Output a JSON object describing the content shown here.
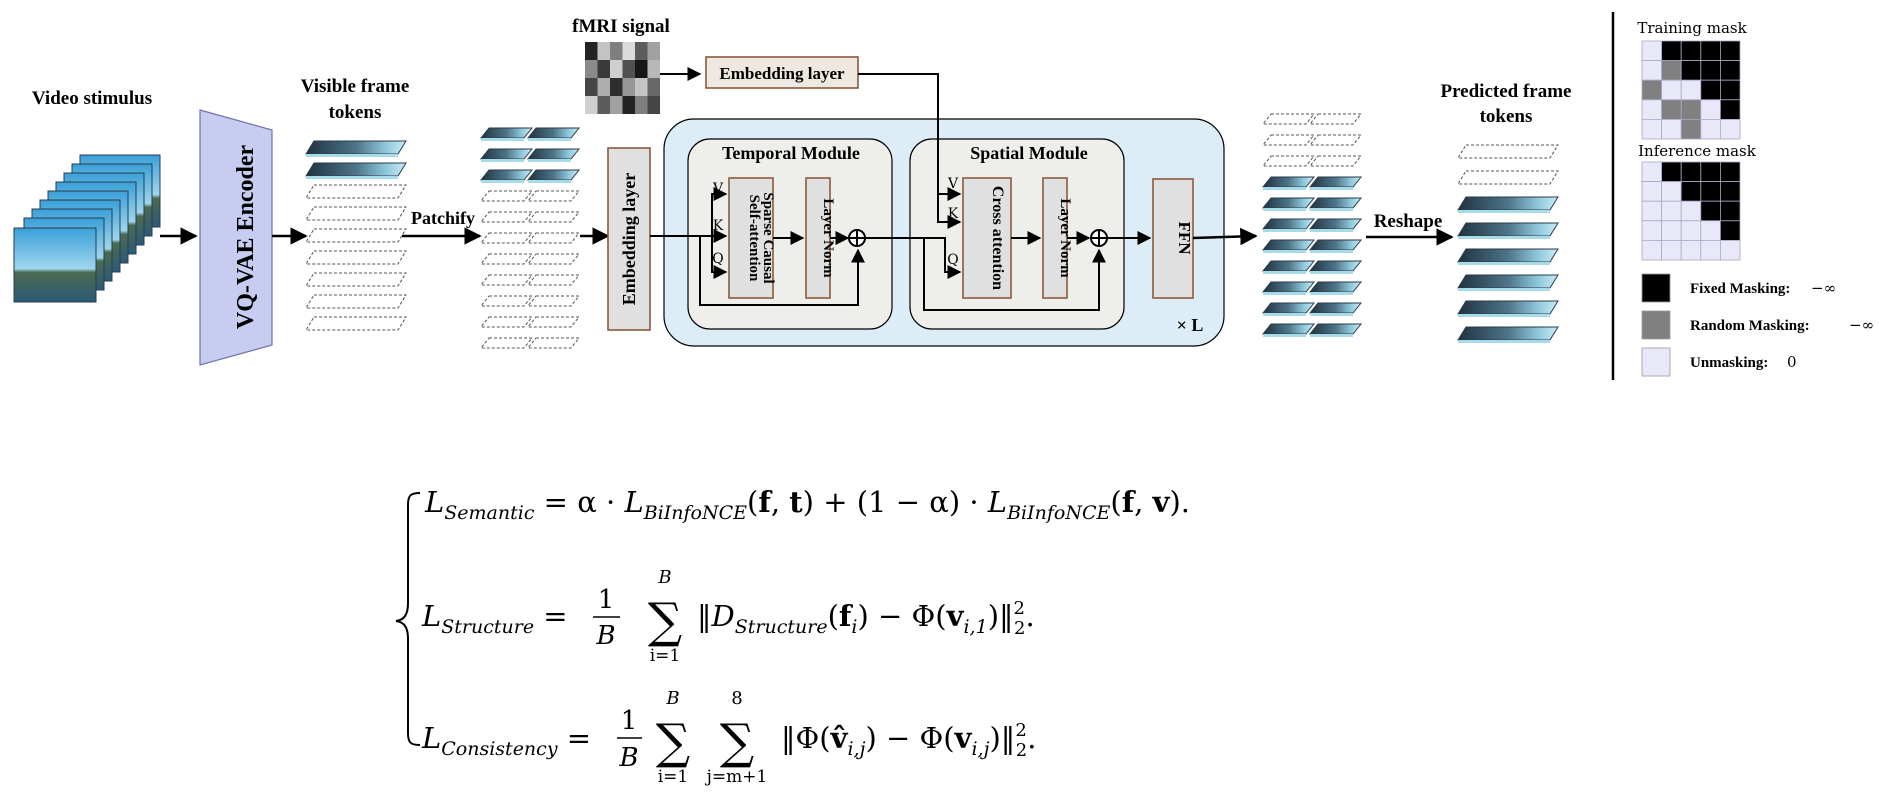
{
  "labels": {
    "video_stimulus": "Video stimulus",
    "vqvae_encoder": "VQ-VAE Encoder",
    "visible_frame_tokens_line1": "Visible frame",
    "visible_frame_tokens_line2": "tokens",
    "patchify": "Patchify",
    "fmri_signal": "fMRI signal",
    "embedding_layer_top": "Embedding layer",
    "embedding_layer_left": "Embedding layer",
    "temporal_module": "Temporal Module",
    "spatial_module": "Spatial Module",
    "sparse_causal_line1": "Sparse Causal",
    "sparse_causal_line2": "Self-attention",
    "layer_norm_1": "Layer Norm",
    "cross_attention": "Cross attention",
    "layer_norm_2": "Layer Norm",
    "ffn": "FFN",
    "times_l": "× L",
    "reshape": "Reshape",
    "predicted_frame_tokens_line1": "Predicted frame",
    "predicted_frame_tokens_line2": "tokens",
    "v_temporal": "V",
    "k_temporal": "K",
    "q_temporal": "Q",
    "v_spatial": "V",
    "k_spatial": "K",
    "q_spatial": "Q"
  },
  "masks": {
    "training_title": "Training mask",
    "inference_title": "Inference mask",
    "training_grid": [
      [
        "u",
        "k",
        "k",
        "k",
        "k"
      ],
      [
        "u",
        "g",
        "k",
        "k",
        "k"
      ],
      [
        "g",
        "u",
        "u",
        "k",
        "k"
      ],
      [
        "u",
        "g",
        "g",
        "u",
        "k"
      ],
      [
        "u",
        "u",
        "g",
        "u",
        "u"
      ]
    ],
    "inference_grid": [
      [
        "u",
        "k",
        "k",
        "k",
        "k"
      ],
      [
        "u",
        "u",
        "k",
        "k",
        "k"
      ],
      [
        "u",
        "u",
        "u",
        "k",
        "k"
      ],
      [
        "u",
        "u",
        "u",
        "u",
        "k"
      ],
      [
        "u",
        "u",
        "u",
        "u",
        "u"
      ]
    ]
  },
  "legend": [
    {
      "label": "Fixed Masking:",
      "value": "−∞",
      "color": "#000000"
    },
    {
      "label": "Random Masking:",
      "value": "−∞",
      "color": "#808080"
    },
    {
      "label": "Unmasking:",
      "value": "0",
      "color": "#e8e8f8"
    }
  ],
  "colors": {
    "encoder_fill": "#c8ccf0",
    "module_fill": "#eeeeea",
    "transformer_bg": "#dcedf8",
    "block_fill": "#e0e0e0",
    "block_border": "#8b5a3c",
    "unmask_cell": "#e8e8f8",
    "random_cell": "#808080",
    "fixed_cell": "#000000"
  },
  "fmri_grid": [
    [
      0.15,
      0.85,
      0.55,
      0.95,
      0.4,
      0.7
    ],
    [
      0.6,
      0.25,
      0.9,
      0.35,
      0.1,
      0.8
    ],
    [
      0.3,
      0.75,
      0.2,
      0.65,
      0.85,
      0.45
    ],
    [
      0.9,
      0.4,
      0.7,
      0.15,
      0.55,
      0.3
    ]
  ],
  "equations": {
    "semantic": {
      "lhs_main": "L",
      "lhs_sub": "Semantic",
      "rhs_part1": " = α · ",
      "l1_main": "L",
      "l1_sub": "BiInfoNCE",
      "arg1_open": "(",
      "arg1_f": "f",
      "arg1_comma": ", ",
      "arg1_t": "t",
      "arg1_close": ")",
      "mid": " + (1 − α) · ",
      "l2_main": "L",
      "l2_sub": "BiInfoNCE",
      "arg2_open": "(",
      "arg2_f": "f",
      "arg2_comma": ", ",
      "arg2_v": "v",
      "arg2_close": ").",
      "op_equals": "="
    },
    "structure": {
      "lhs_main": "L",
      "lhs_sub": "Structure",
      "equals": "=",
      "frac_num": "1",
      "frac_den": "B",
      "sum_top": "B",
      "sum_bottom": "i=1",
      "sum_symbol": "∑",
      "body_open": "‖",
      "d_main": "D",
      "d_sub": "Structure",
      "d_arg_open": "(",
      "d_arg_f": "f",
      "d_arg_i": "i",
      "d_arg_close": ")",
      "minus": " − Φ(",
      "v_main": "v",
      "v_sub": "i,1",
      "body_close": ")‖",
      "pow": "2",
      "norm_sub": "2",
      "end": "."
    },
    "consistency": {
      "lhs_main": "L",
      "lhs_sub": "Consistency",
      "equals": "=",
      "frac_num": "1",
      "frac_den": "B",
      "sum1_top": "B",
      "sum1_bottom": "i=1",
      "sum2_top": "8",
      "sum2_bottom": "j=m+1",
      "sum_symbol": "∑",
      "body_open": "‖Φ(",
      "vhat_main": "v̂",
      "vhat_sub": "i,j",
      "mid": ") − Φ(",
      "v_main": "v",
      "v_sub": "i,j",
      "body_close": ")‖",
      "pow": "2",
      "norm_sub": "2",
      "end": "."
    }
  }
}
